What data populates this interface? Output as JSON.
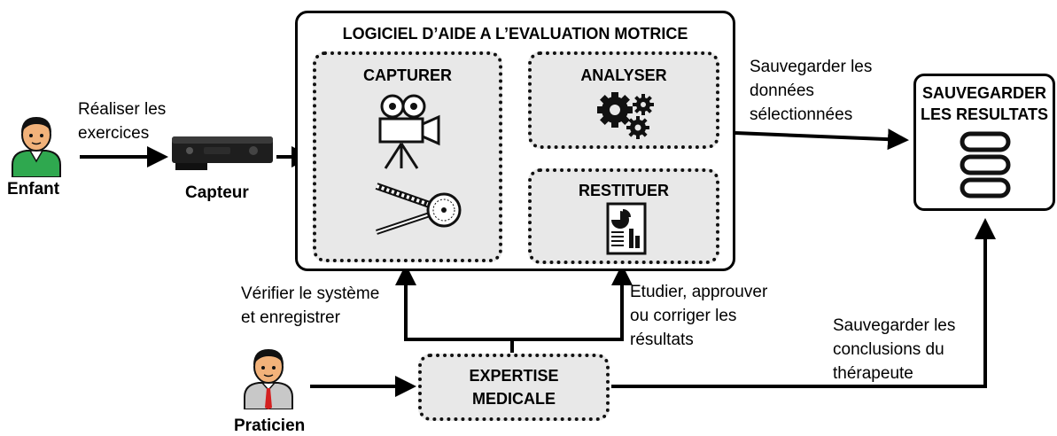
{
  "software": {
    "title": "LOGICIEL D’AIDE A L’EVALUATION MOTRICE"
  },
  "modules": {
    "capture": "CAPTURER",
    "analyze": "ANALYSER",
    "restore": "RESTITUER",
    "expertise_line1": "EXPERTISE",
    "expertise_line2": "MEDICALE",
    "save_line1": "SAUVEGARDER",
    "save_line2": "LES RESULTATS"
  },
  "actors": {
    "child": "Enfant",
    "sensor": "Capteur",
    "practitioner": "Praticien"
  },
  "flows": {
    "exercises_line1": "Réaliser les",
    "exercises_line2": "exercices",
    "save_selected_line1": "Sauvegarder les",
    "save_selected_line2": "données",
    "save_selected_line3": "sélectionnées",
    "verify_line1": "Vérifier le système",
    "verify_line2": "et enregistrer",
    "study_line1": "Etudier, approuver",
    "study_line2": "ou corriger les",
    "study_line3": "résultats",
    "save_conclusions_line1": "Sauvegarder les",
    "save_conclusions_line2": "conclusions du",
    "save_conclusions_line3": "thérapeute"
  },
  "icons": {
    "child": "child-person-icon",
    "sensor": "depth-sensor-icon",
    "camera": "film-camera-icon",
    "goniometer": "goniometer-icon",
    "gears": "gears-icon",
    "report": "report-document-icon",
    "database": "database-icon",
    "practitioner": "practitioner-person-icon"
  },
  "colors": {
    "module_fill": "#e8e8e8",
    "line": "#000000",
    "child_shirt": "#2fa84f",
    "practitioner_tie": "#d42020",
    "skin": "#f2b27a"
  }
}
